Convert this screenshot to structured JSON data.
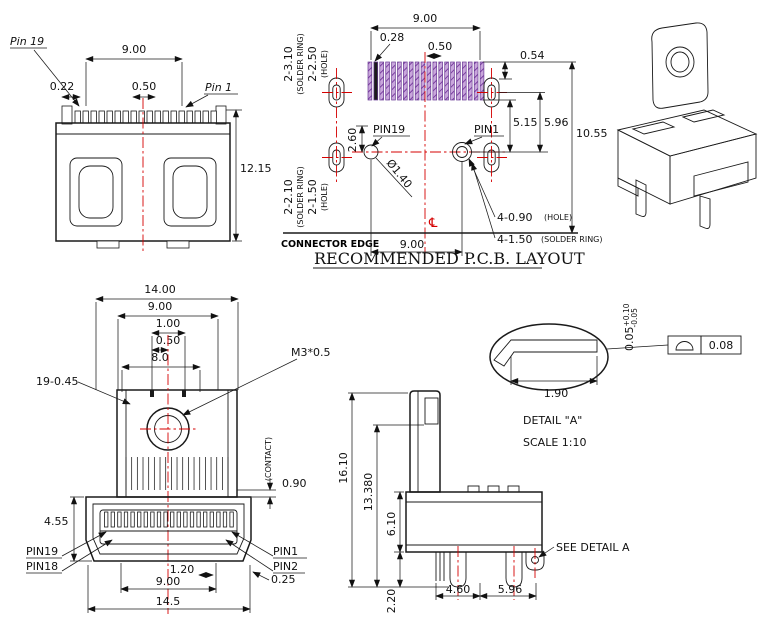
{
  "colors": {
    "line": "#1a1a1a",
    "centerline": "#d40000",
    "pad": "#b48cc8",
    "pad_stroke": "#6a3b94",
    "background": "#ffffff"
  },
  "front_view": {
    "pin19_label": "Pin 19",
    "pin1_label": "Pin 1",
    "width": "9.00",
    "pin_offset": "0.22",
    "pin_pitch": "0.50",
    "height": "12.15"
  },
  "pcb_layout": {
    "title": "RECOMMENDED P.C.B. LAYOUT",
    "pad_span": "9.00",
    "pad_width": "0.28",
    "pad_pitch": "0.50",
    "ring_top": "2-3.10",
    "ring_top_note": "(SOLDER RING)",
    "hole_top": "2-2.50",
    "hole_top_note": "(HOLE)",
    "dim_054": "0.54",
    "dim_515": "5.15",
    "dim_596": "5.96",
    "dim_1055": "10.55",
    "pin19": "PIN19",
    "pin1": "PIN1",
    "dim_260": "2.60",
    "hole_dia": "Ø1.40",
    "ring_bot": "2-2.10",
    "ring_bot_note": "(SOLDER RING)",
    "hole_bot": "2-1.50",
    "hole_bot_note": "(HOLE)",
    "connector_edge": "CONNECTOR EDGE",
    "hole_span": "9.00",
    "hole_small": "4-0.90",
    "hole_small_note": "(HOLE)",
    "ring_small": "4-1.50",
    "ring_small_note": "(SOLDER RING)",
    "centerline_symbol": "℄"
  },
  "top_view": {
    "dim_1400": "14.00",
    "dim_900": "9.00",
    "dim_100": "1.00",
    "dim_050": "0.50",
    "dim_80": "8.0",
    "pins": "19-0.45",
    "thread": "M3*0.5",
    "contact": "(CONTACT)",
    "dim_090": "0.90",
    "dim_455": "4.55",
    "pin19": "PIN19",
    "pin18": "PIN18",
    "pin1": "PIN1",
    "pin2": "PIN2",
    "dim_120": "1.20",
    "dim_900b": "9.00",
    "dim_025": "0.25",
    "dim_145": "14.5"
  },
  "side_view": {
    "dim_1610": "16.10",
    "dim_13380": "13.380",
    "dim_610": "6.10",
    "dim_220": "2.20",
    "dim_460": "4.60",
    "dim_596": "5.96",
    "see_detail": "SEE  DETAIL  A"
  },
  "detail_a": {
    "tol_base": "0.05",
    "tol_plus": "+0.10",
    "tol_minus": "-0.05",
    "dim_190": "1.90",
    "dim_008": "0.08",
    "label": "DETAIL   \"A\"",
    "scale": "SCALE  1:10"
  }
}
